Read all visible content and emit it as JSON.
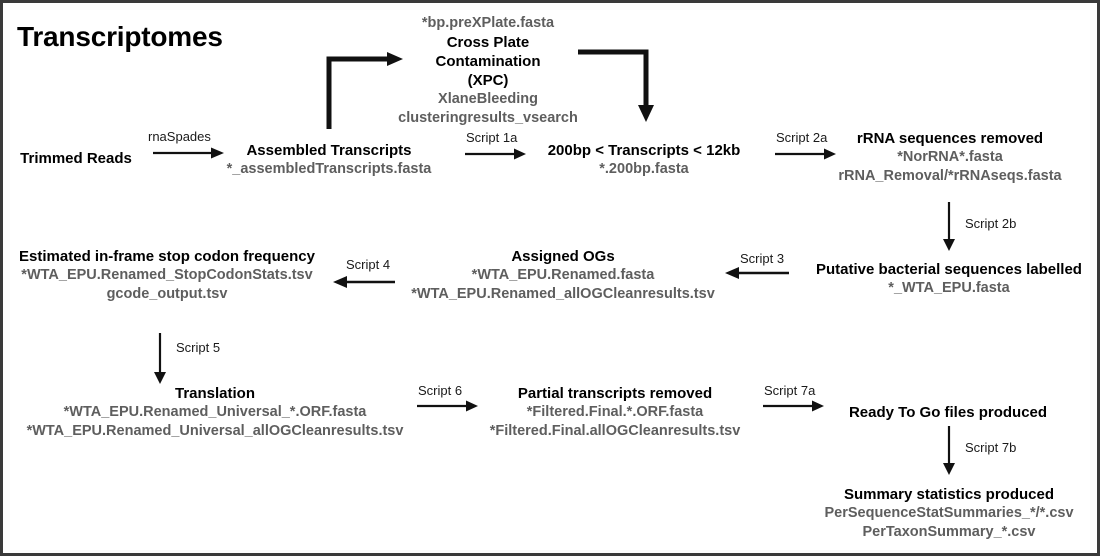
{
  "page": {
    "title": "Transcriptomes",
    "border_color": "#3a3a3a",
    "background": "#ffffff",
    "title_color": "#000000",
    "node_title_color": "#000000",
    "file_text_color": "#5e5e5e",
    "arrow_color": "#111111"
  },
  "nodes": {
    "trimmed_reads": {
      "title": "Trimmed Reads",
      "files": []
    },
    "assembled_transcripts": {
      "title": "Assembled Transcripts",
      "files": [
        "*_assembledTranscripts.fasta"
      ]
    },
    "cross_plate_contamination": {
      "top_file": "*bp.preXPlate.fasta",
      "title_line1": "Cross Plate",
      "title_line2": "Contamination",
      "title_line3": "(XPC)",
      "files": [
        "XlaneBleeding",
        "clusteringresults_vsearch"
      ]
    },
    "transcript_size_filter": {
      "title": "200bp < Transcripts < 12kb",
      "files": [
        "*.200bp.fasta"
      ]
    },
    "rrna_removed": {
      "title": "rRNA sequences removed",
      "files": [
        "*NorRNA*.fasta",
        "rRNA_Removal/*rRNAseqs.fasta"
      ]
    },
    "bacterial_labelled": {
      "title": "Putative bacterial sequences labelled",
      "files": [
        "*_WTA_EPU.fasta"
      ]
    },
    "assigned_ogs": {
      "title": "Assigned OGs",
      "files": [
        "*WTA_EPU.Renamed.fasta",
        "*WTA_EPU.Renamed_allOGCleanresults.tsv"
      ]
    },
    "stop_codon_frequency": {
      "title": "Estimated in-frame stop codon frequency",
      "files": [
        "*WTA_EPU.Renamed_StopCodonStats.tsv",
        "gcode_output.tsv"
      ]
    },
    "translation": {
      "title": "Translation",
      "files": [
        "*WTA_EPU.Renamed_Universal_*.ORF.fasta",
        "*WTA_EPU.Renamed_Universal_allOGCleanresults.tsv"
      ]
    },
    "partial_removed": {
      "title": "Partial transcripts removed",
      "files": [
        "*Filtered.Final.*.ORF.fasta",
        "*Filtered.Final.allOGCleanresults.tsv"
      ]
    },
    "ready_to_go": {
      "title": "Ready To Go files produced",
      "files": []
    },
    "summary_statistics": {
      "title": "Summary statistics produced",
      "files": [
        "PerSequenceStatSummaries_*/*.csv",
        "PerTaxonSummary_*.csv"
      ]
    }
  },
  "edges": {
    "rnaspades": "rnaSpades",
    "script_1a": "Script 1a",
    "script_2a": "Script 2a",
    "script_2b": "Script 2b",
    "script_3": "Script 3",
    "script_4": "Script 4",
    "script_5": "Script 5",
    "script_6": "Script 6",
    "script_7a": "Script 7a",
    "script_7b": "Script 7b"
  },
  "chart_data": {
    "type": "diagram",
    "diagram_kind": "flowchart",
    "title": "Transcriptomes",
    "steps": [
      "Trimmed Reads",
      "Assembled Transcripts",
      "Cross Plate Contamination (XPC)",
      "200bp < Transcripts < 12kb",
      "rRNA sequences removed",
      "Putative bacterial sequences labelled",
      "Assigned OGs",
      "Estimated in-frame stop codon frequency",
      "Translation",
      "Partial transcripts removed",
      "Ready To Go files produced",
      "Summary statistics produced"
    ],
    "connections": [
      {
        "from": "Trimmed Reads",
        "to": "Assembled Transcripts",
        "label": "rnaSpades"
      },
      {
        "from": "Assembled Transcripts",
        "to": "Cross Plate Contamination (XPC)",
        "label": ""
      },
      {
        "from": "Cross Plate Contamination (XPC)",
        "to": "200bp < Transcripts < 12kb",
        "label": ""
      },
      {
        "from": "Assembled Transcripts",
        "to": "200bp < Transcripts < 12kb",
        "label": "Script 1a"
      },
      {
        "from": "200bp < Transcripts < 12kb",
        "to": "rRNA sequences removed",
        "label": "Script 2a"
      },
      {
        "from": "rRNA sequences removed",
        "to": "Putative bacterial sequences labelled",
        "label": "Script 2b"
      },
      {
        "from": "Putative bacterial sequences labelled",
        "to": "Assigned OGs",
        "label": "Script 3"
      },
      {
        "from": "Assigned OGs",
        "to": "Estimated in-frame stop codon frequency",
        "label": "Script 4"
      },
      {
        "from": "Estimated in-frame stop codon frequency",
        "to": "Translation",
        "label": "Script 5"
      },
      {
        "from": "Translation",
        "to": "Partial transcripts removed",
        "label": "Script 6"
      },
      {
        "from": "Partial transcripts removed",
        "to": "Ready To Go files produced",
        "label": "Script 7a"
      },
      {
        "from": "Ready To Go files produced",
        "to": "Summary statistics produced",
        "label": "Script 7b"
      }
    ]
  }
}
